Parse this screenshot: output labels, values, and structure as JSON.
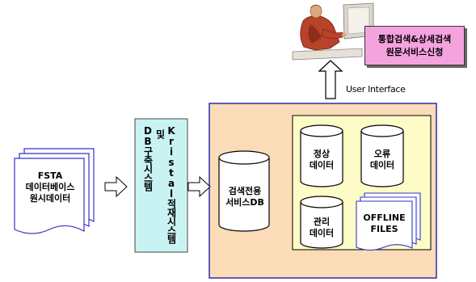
{
  "service_request": {
    "line1": "통합검색&상세검색",
    "line2": "원문서비스신청"
  },
  "user_interface_label": "User Interface",
  "source_docs": {
    "line1": "FSTA",
    "line2": "데이터베이스",
    "line3": "원시데이터"
  },
  "db_build_system": {
    "col1": "Kristal적재시스템",
    "col2": "및",
    "col3": "DB구축시스템"
  },
  "search_db": {
    "line1": "검색전용",
    "line2": "서비스DB"
  },
  "data_stores": {
    "normal": {
      "line1": "정상",
      "line2": "데이터"
    },
    "error": {
      "line1": "오류",
      "line2": "데이터"
    },
    "admin": {
      "line1": "관리",
      "line2": "데이터"
    }
  },
  "offline_files": {
    "line1": "OFFLINE",
    "line2": "FILES"
  },
  "colors": {
    "service_fill": "#f5a3df",
    "system_fill": "#c9f3f3",
    "outer_panel_fill": "#fbdcb8",
    "outer_panel_border": "#2c2cb0",
    "inner_panel_fill": "#fdfbc6"
  }
}
